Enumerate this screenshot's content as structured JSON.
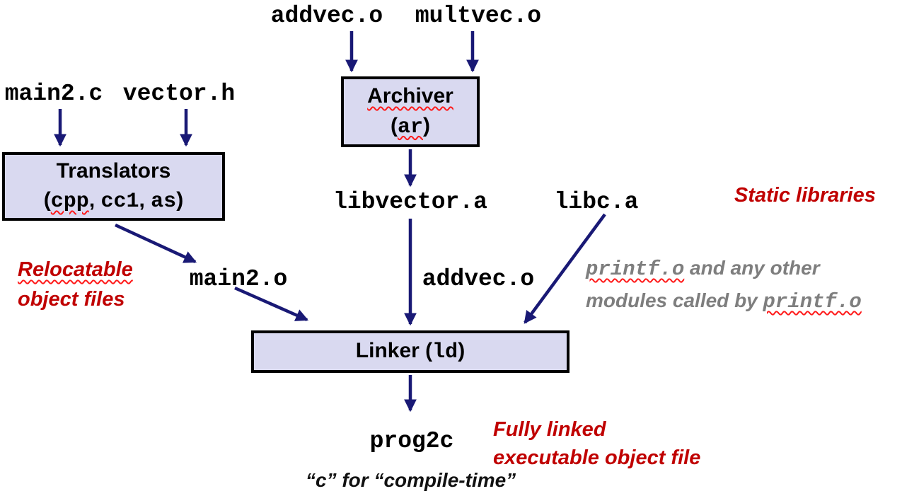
{
  "colors": {
    "arrow": "#191975",
    "box_fill": "#D9D9F0",
    "box_border": "#000000",
    "annotation_red": "#C00000",
    "annotation_gray": "#7E7E7E",
    "squiggle_red": "#FF1A1A",
    "text_black": "#000000"
  },
  "nodes": {
    "addvec_top": "addvec.o",
    "multvec_top": "multvec.o",
    "main2_c": "main2.c",
    "vector_h": "vector.h",
    "libvector_a": "libvector.a",
    "libc_a": "libc.a",
    "main2_o": "main2.o",
    "addvec_mid": "addvec.o",
    "prog2c": "prog2c"
  },
  "boxes": {
    "archiver": {
      "title": "Archiver",
      "open": "(",
      "code": "ar",
      "close": ")"
    },
    "translators": {
      "title": "Translators",
      "open": "(",
      "code1": "cpp",
      "sep1": ", ",
      "code2": "cc1",
      "sep2": ", ",
      "code3": "as",
      "close": ")"
    },
    "linker": {
      "prefix": "Linker ",
      "open": "(",
      "code": "ld",
      "close": ")"
    }
  },
  "annotations": {
    "static_libraries": "Static libraries",
    "relocatable": {
      "line1": "Relocatable",
      "line2": "object files"
    },
    "libc_note": {
      "mono1": "printf.o",
      "text1": " and any other",
      "text2": "modules called by ",
      "mono2": "printf.o"
    },
    "fully_linked": {
      "line1": "Fully linked",
      "line2": "executable object file"
    },
    "compile_quote": "“c” for “compile-time”"
  }
}
